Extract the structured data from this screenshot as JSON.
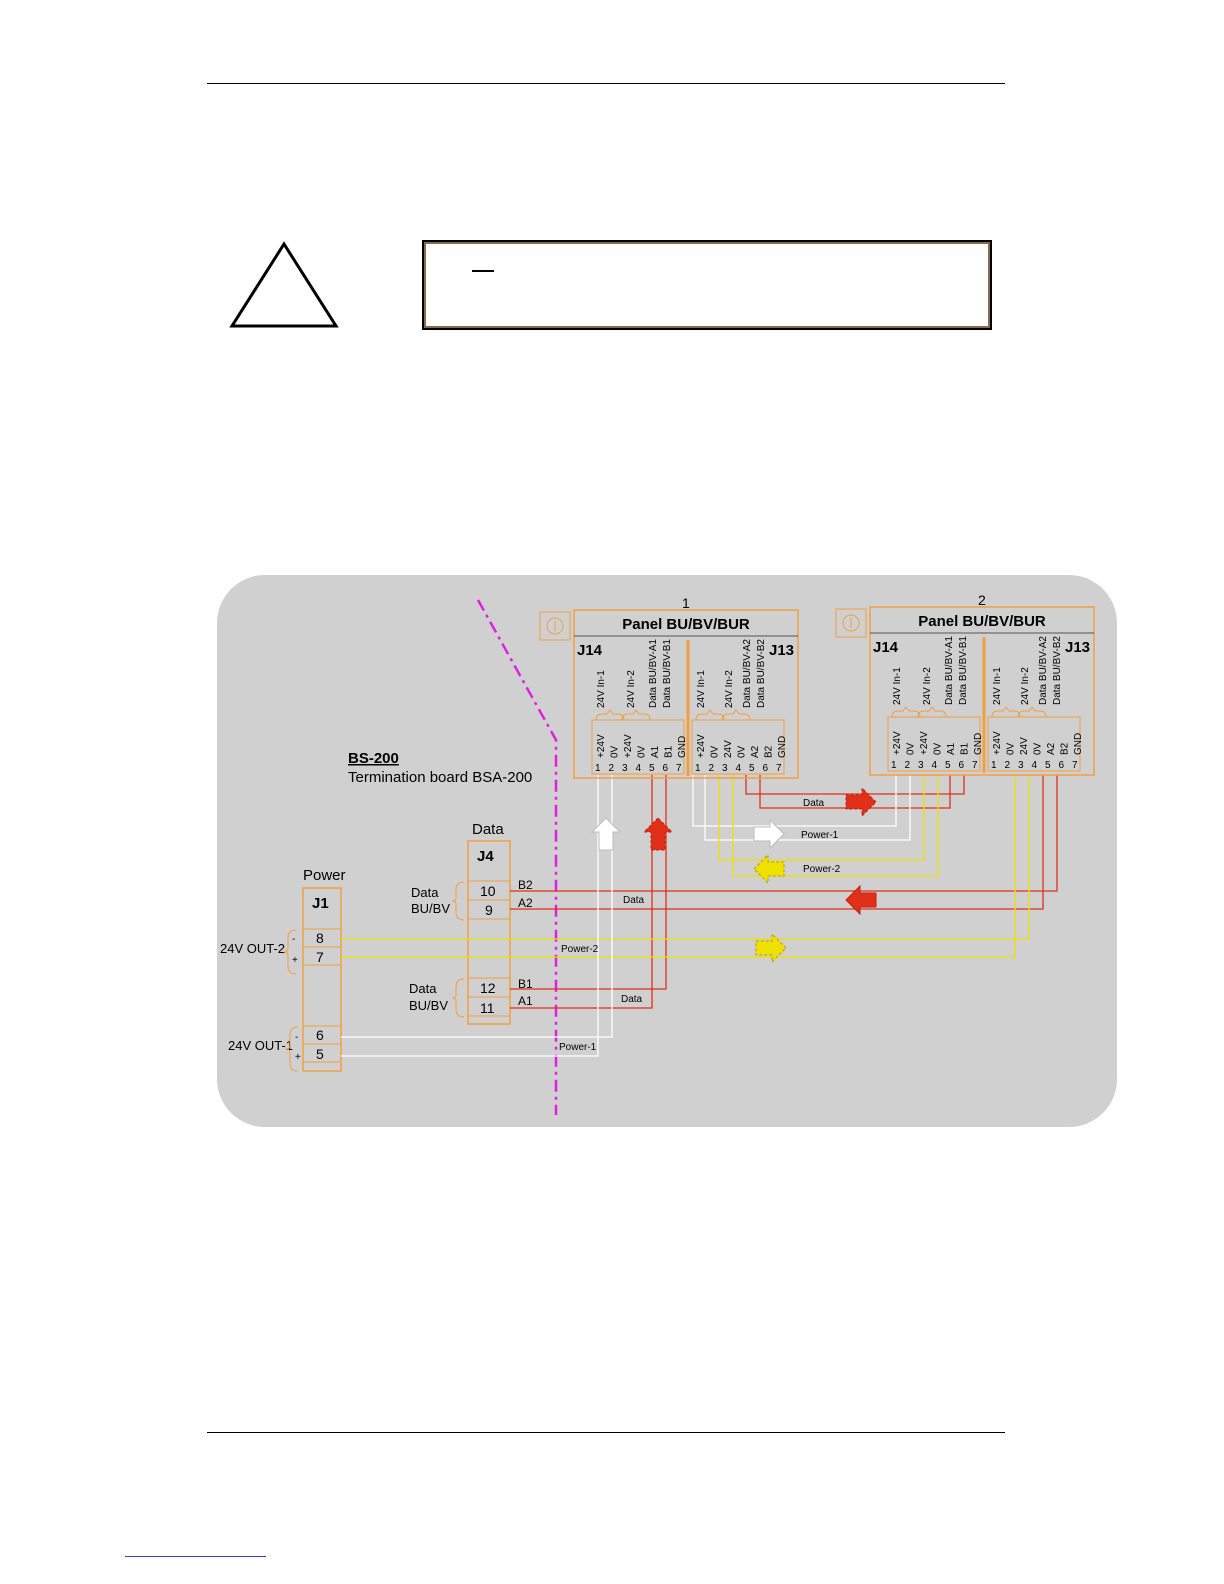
{
  "diagram": {
    "boundary_label": "BS-200",
    "boundary_sub": "Termination board BSA-200",
    "power_block": {
      "title": "Power",
      "conn": "J1",
      "pins": [
        "8",
        "7",
        "6",
        "5"
      ]
    },
    "data_block": {
      "title": "Data",
      "conn": "J4",
      "pins": [
        "10",
        "9",
        "12",
        "11"
      ]
    },
    "group_labels": {
      "data_bu1": [
        "Data",
        "BU/BV"
      ],
      "data_bu2": [
        "Data",
        "BU/BV"
      ],
      "out2": "24V OUT-2",
      "out1": "24V OUT-1"
    },
    "wire_letters": [
      "B2",
      "A2",
      "B1",
      "A1"
    ],
    "polarity": [
      "-",
      "+",
      "-",
      "+"
    ],
    "panel1": {
      "num": "1",
      "title": "Panel BU/BV/BUR",
      "left_conn": "J14",
      "right_conn": "J13",
      "labels": [
        "24V In-1",
        "24V In-2",
        "Data BU/BV-A1",
        "Data BU/BV-B1",
        "24V In-1",
        "24V In-2",
        "Data BU/BV-A2",
        "Data BU/BV-B2"
      ],
      "pin_names_left": [
        "+24V",
        "0V",
        "+24V",
        "0V",
        "A1",
        "B1",
        "GND"
      ],
      "pin_names_right": [
        "+24V",
        "0V",
        "24V",
        "0V",
        "A2",
        "B2",
        "GND"
      ],
      "pin_nums": [
        "1",
        "2",
        "3",
        "4",
        "5",
        "6",
        "7"
      ]
    },
    "panel2": {
      "num": "2",
      "title": "Panel BU/BV/BUR",
      "left_conn": "J14",
      "right_conn": "J13",
      "labels": [
        "24V In-1",
        "24V In-2",
        "Data BU/BV-A1",
        "Data BU/BV-B1",
        "24V In-1",
        "24V In-2",
        "Data BU/BV-A2",
        "Data BU/BV-B2"
      ],
      "pin_names_left": [
        "+24V",
        "0V",
        "+24V",
        "0V",
        "A1",
        "B1",
        "GND"
      ],
      "pin_names_right": [
        "+24V",
        "0V",
        "24V",
        "0V",
        "A2",
        "B2",
        "GND"
      ],
      "pin_nums": [
        "1",
        "2",
        "3",
        "4",
        "5",
        "6",
        "7"
      ]
    },
    "wire_labels": {
      "data_top": "Data",
      "power1_top": "Power-1",
      "power2_top": "Power-2",
      "data_mid": "Data",
      "power2_mid": "Power-2",
      "data_low": "Data",
      "power1_low": "Power-1"
    },
    "colors": {
      "data": "#e0301a",
      "power1": "#ffffff",
      "power2": "#f0e000",
      "frame": "#f0a040",
      "divider": "#e020e0",
      "bg": "#d0d0d0"
    }
  }
}
